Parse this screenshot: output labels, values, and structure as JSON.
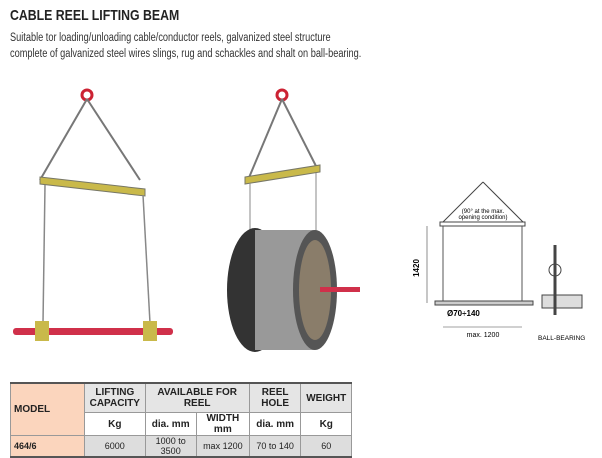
{
  "title": "CABLE REEL LIFTING BEAM",
  "description": [
    "Suitable tor loading/unloading cable/conductor reels, galvanized steel structure",
    "complete of galvanized steel wires slings, rug and schackles and shalt on ball-bearing."
  ],
  "drawing": {
    "angle_note_1": "(90° at the max.",
    "angle_note_2": "opening condition)",
    "height": "1420",
    "diameter": "Ø70÷140",
    "width": "max. 1200",
    "bearing": "BALL-BEARING"
  },
  "table": {
    "headers": {
      "model": "MODEL",
      "capacity": "LIFTING CAPACITY",
      "reel": "AVAILABLE FOR REEL",
      "hole": "REEL HOLE",
      "weight": "WEIGHT"
    },
    "units": {
      "capacity": "Kg",
      "dia": "dia. mm",
      "width": "WIDTH mm",
      "hole": "dia. mm",
      "weight": "Kg"
    },
    "rows": [
      {
        "model": "464/6",
        "capacity": "6000",
        "dia": "1000 to 3500",
        "width": "max 1200",
        "hole": "70 to 140",
        "weight": "60"
      }
    ]
  }
}
